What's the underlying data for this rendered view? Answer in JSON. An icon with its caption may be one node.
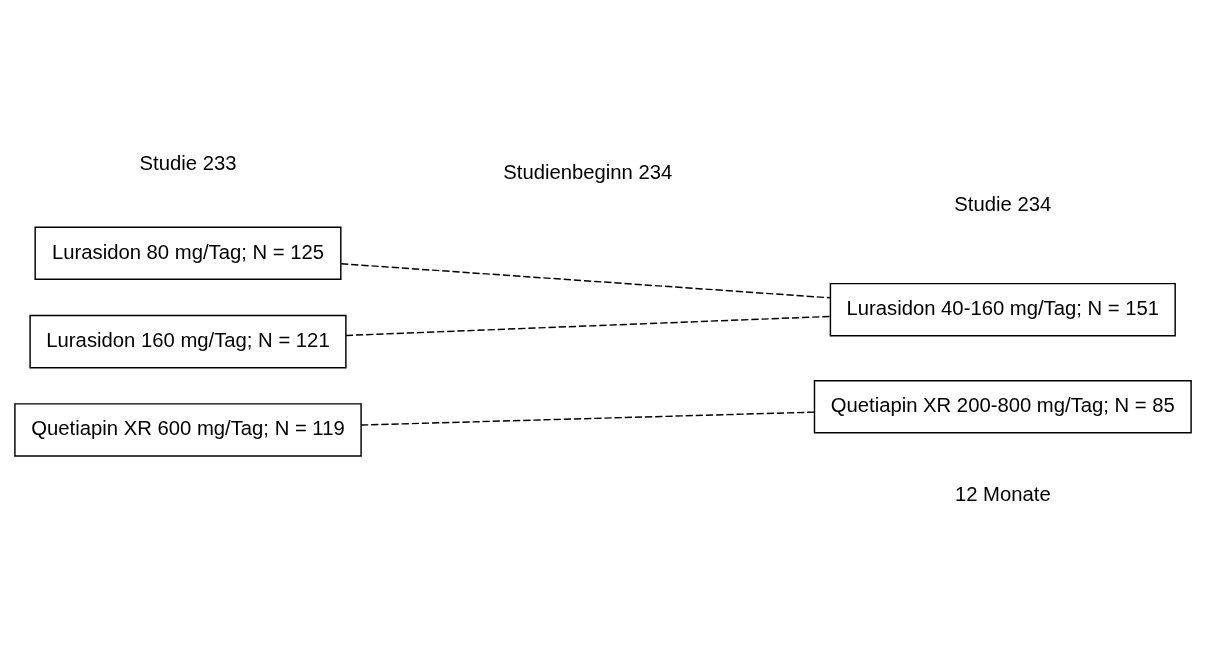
{
  "diagram": {
    "nodes": [
      {
        "text": [
          "Lurasidon 80 mg/Tag; N = 125"
        ]
      },
      {
        "text": [
          "Lurasidon 160 mg/Tag; N = 121"
        ]
      },
      {
        "text": [
          "Quetiapin XR 600 mg/Tag; N = 119"
        ]
      },
      {
        "text": [
          "Lurasidon 40-160 mg/Tag; N = 151"
        ]
      },
      {
        "text": [
          "Quetiapin XR 200-800 mg/Tag; N = 85"
        ]
      }
    ],
    "edges": [
      {
        "from": 0,
        "to": 3,
        "arrow": "none",
        "style": "dashed"
      },
      {
        "from": 1,
        "to": 3,
        "arrow": "none",
        "style": "dashed"
      },
      {
        "from": 2,
        "to": 4,
        "arrow": "none",
        "style": "dashed"
      }
    ],
    "labels": [
      "Studie 233",
      "Studie 234",
      "Studienbeginn 234",
      "12 Monate"
    ]
  }
}
